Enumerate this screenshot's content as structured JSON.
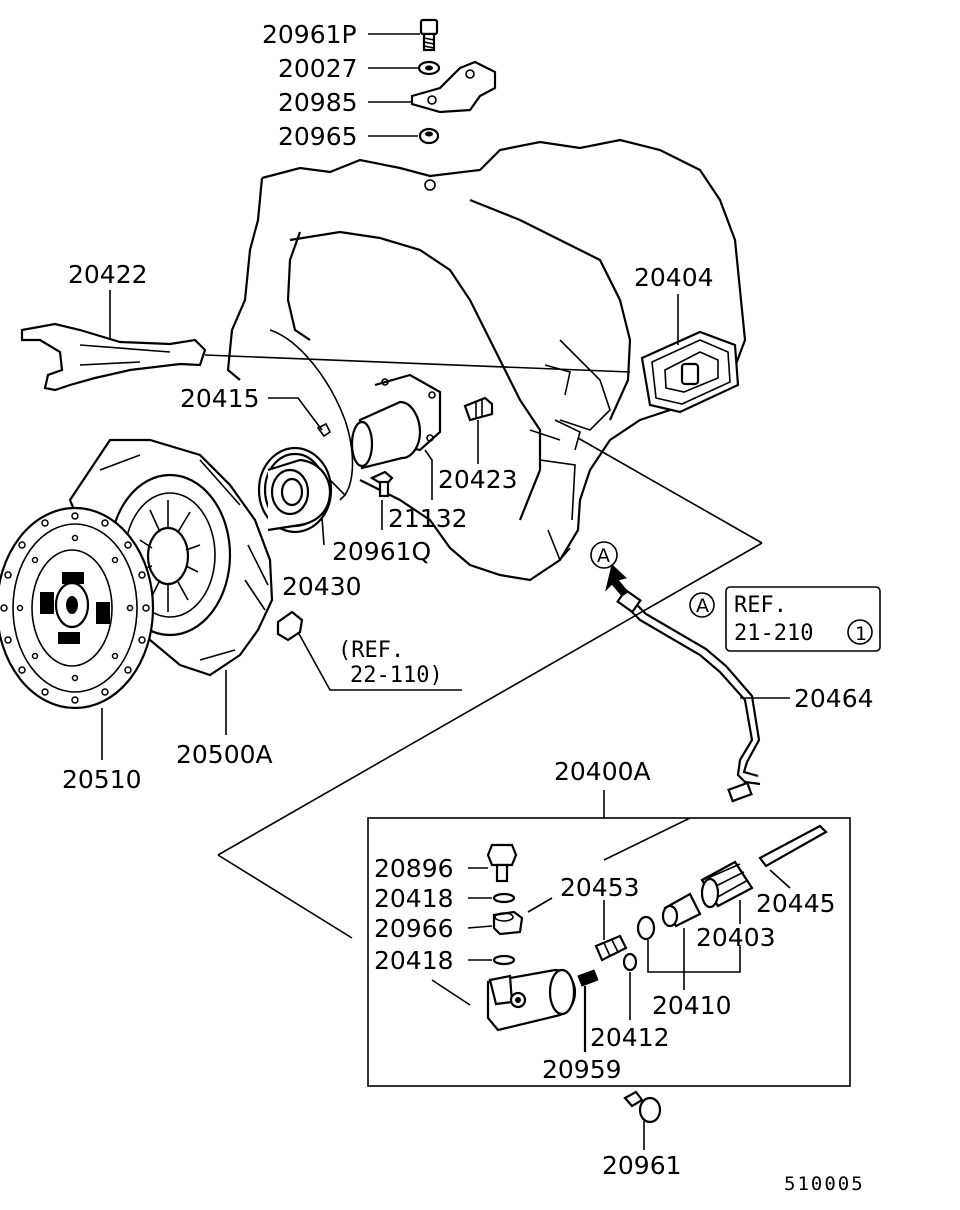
{
  "labels": [
    {
      "key": "p20961P",
      "text": "20961P"
    },
    {
      "key": "p20027",
      "text": "20027"
    },
    {
      "key": "p20985",
      "text": "20985"
    },
    {
      "key": "p20965",
      "text": "20965"
    },
    {
      "key": "p20422",
      "text": "20422"
    },
    {
      "key": "p20404",
      "text": "20404"
    },
    {
      "key": "p20415",
      "text": "20415"
    },
    {
      "key": "p20423",
      "text": "20423"
    },
    {
      "key": "p21132",
      "text": "21132"
    },
    {
      "key": "p20961Q",
      "text": "20961Q"
    },
    {
      "key": "p20430",
      "text": "20430"
    },
    {
      "key": "p20464",
      "text": "20464"
    },
    {
      "key": "p20500A",
      "text": "20500A"
    },
    {
      "key": "p20510",
      "text": "20510"
    },
    {
      "key": "p20400A",
      "text": "20400A"
    },
    {
      "key": "p20896",
      "text": "20896"
    },
    {
      "key": "p20418a",
      "text": "20418"
    },
    {
      "key": "p20966",
      "text": "20966"
    },
    {
      "key": "p20418b",
      "text": "20418"
    },
    {
      "key": "p20453",
      "text": "20453"
    },
    {
      "key": "p20445",
      "text": "20445"
    },
    {
      "key": "p20403",
      "text": "20403"
    },
    {
      "key": "p20410",
      "text": "20410"
    },
    {
      "key": "p20412",
      "text": "20412"
    },
    {
      "key": "p20959",
      "text": "20959"
    },
    {
      "key": "p20961",
      "text": "20961"
    }
  ],
  "refs": {
    "ref1_line1": "(REF.",
    "ref1_line2": "22-110)",
    "ref2_line1": "REF.",
    "ref2_line2": "21-210",
    "ref2_circle": "1",
    "marker_a": "A"
  },
  "diagram_id": "510005"
}
